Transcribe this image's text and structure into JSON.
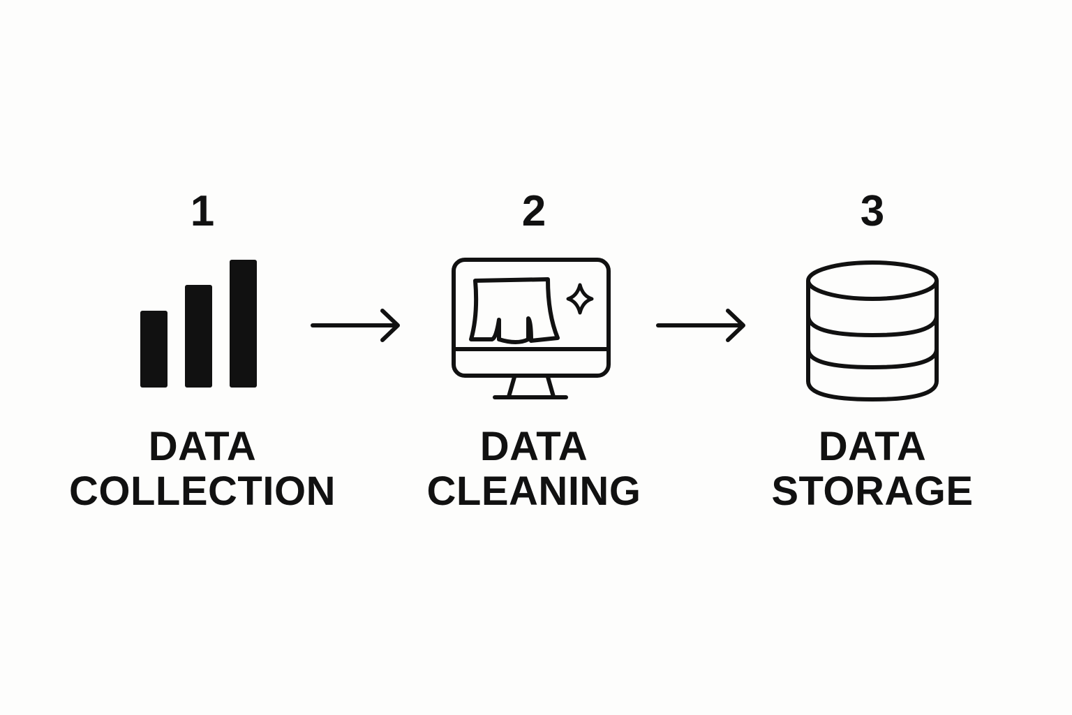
{
  "steps": [
    {
      "number": "1",
      "label_line1": "DATA",
      "label_line2": "COLLECTION",
      "icon": "bar-chart-icon"
    },
    {
      "number": "2",
      "label_line1": "DATA",
      "label_line2": "CLEANING",
      "icon": "monitor-cleaning-icon"
    },
    {
      "number": "3",
      "label_line1": "DATA",
      "label_line2": "STORAGE",
      "icon": "database-icon"
    }
  ],
  "arrows": [
    {
      "icon": "arrow-right-icon"
    },
    {
      "icon": "arrow-right-icon"
    }
  ],
  "colors": {
    "background": "#fdfdfc",
    "ink": "#111111"
  }
}
